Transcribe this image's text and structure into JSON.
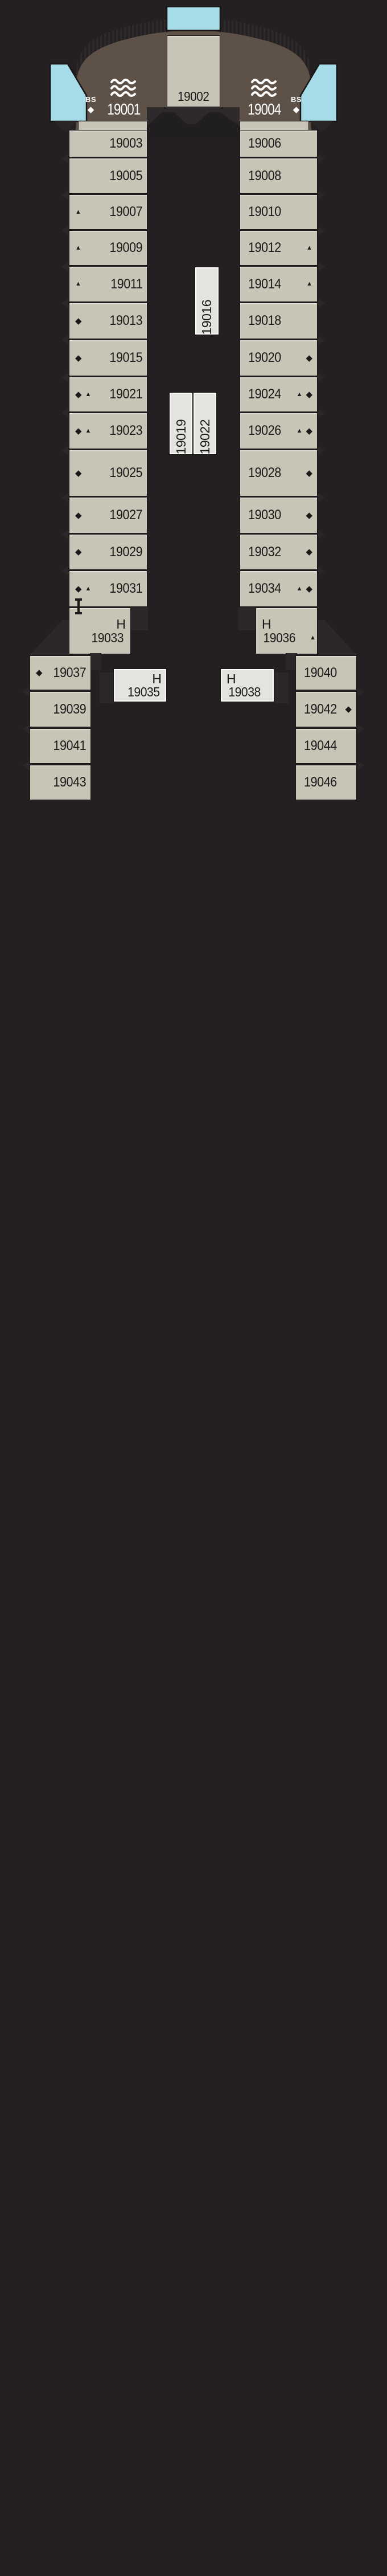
{
  "top": {
    "suite_left": {
      "number": "19001",
      "badge": "BS",
      "badge_symbol": "◆"
    },
    "cabin_center_top": {
      "number": "19002"
    },
    "suite_right": {
      "number": "19004",
      "badge": "BS",
      "badge_symbol": "◆"
    }
  },
  "left_column": [
    {
      "number": "19003",
      "sym_a": "",
      "sym_b": ""
    },
    {
      "number": "19005",
      "sym_a": "",
      "sym_b": ""
    },
    {
      "number": "19007",
      "sym_a": "▲",
      "sym_b": ""
    },
    {
      "number": "19009",
      "sym_a": "▲",
      "sym_b": ""
    },
    {
      "number": "19011",
      "sym_a": "▲",
      "sym_b": ""
    },
    {
      "number": "19013",
      "sym_a": "◆",
      "sym_b": ""
    },
    {
      "number": "19015",
      "sym_a": "◆",
      "sym_b": ""
    },
    {
      "number": "19021",
      "sym_a": "◆",
      "sym_b": "▲"
    },
    {
      "number": "19023",
      "sym_a": "◆",
      "sym_b": "▲"
    },
    {
      "number": "19025",
      "sym_a": "◆",
      "sym_b": ""
    },
    {
      "number": "19027",
      "sym_a": "◆",
      "sym_b": ""
    },
    {
      "number": "19029",
      "sym_a": "◆",
      "sym_b": ""
    },
    {
      "number": "19031",
      "sym_a": "◆",
      "sym_b": "▲"
    },
    {
      "number": "19033",
      "h_label": "H"
    }
  ],
  "right_column": [
    {
      "number": "19006",
      "sym_a": "",
      "sym_b": ""
    },
    {
      "number": "19008",
      "sym_a": "",
      "sym_b": ""
    },
    {
      "number": "19010",
      "sym_a": "",
      "sym_b": ""
    },
    {
      "number": "19012",
      "sym_a": "▲",
      "sym_b": ""
    },
    {
      "number": "19014",
      "sym_a": "▲",
      "sym_b": ""
    },
    {
      "number": "19018",
      "sym_a": "",
      "sym_b": ""
    },
    {
      "number": "19020",
      "sym_a": "◆",
      "sym_b": ""
    },
    {
      "number": "19024",
      "sym_a": "◆",
      "sym_b": "▲"
    },
    {
      "number": "19026",
      "sym_a": "◆",
      "sym_b": "▲"
    },
    {
      "number": "19028",
      "sym_a": "◆",
      "sym_b": ""
    },
    {
      "number": "19030",
      "sym_a": "◆",
      "sym_b": ""
    },
    {
      "number": "19032",
      "sym_a": "◆",
      "sym_b": ""
    },
    {
      "number": "19034",
      "sym_a": "◆",
      "sym_b": "▲"
    },
    {
      "number": "19036",
      "h_label": "H",
      "sym_a": "▲"
    }
  ],
  "mid_cabins": [
    {
      "number": "19016"
    },
    {
      "number": "19019"
    },
    {
      "number": "19022"
    }
  ],
  "h_cabins": [
    {
      "number": "19035",
      "h_label": "H"
    },
    {
      "number": "19038",
      "h_label": "H"
    }
  ],
  "lower_left_column": [
    {
      "number": "19037",
      "sym_a": "◆"
    },
    {
      "number": "19039",
      "sym_a": ""
    },
    {
      "number": "19041",
      "sym_a": ""
    },
    {
      "number": "19043",
      "sym_a": ""
    }
  ],
  "lower_right_column": [
    {
      "number": "19040",
      "sym_a": ""
    },
    {
      "number": "19042",
      "sym_a": "◆"
    },
    {
      "number": "19044",
      "sym_a": ""
    },
    {
      "number": "19046",
      "sym_a": ""
    }
  ],
  "colors": {
    "background": "#242021",
    "cabin": "#c8c4b6",
    "inner_cabin": "#e3e3df",
    "suite_area": "#5e5248",
    "balcony_cyan": "#a6dbe8",
    "outline": "#191516"
  }
}
